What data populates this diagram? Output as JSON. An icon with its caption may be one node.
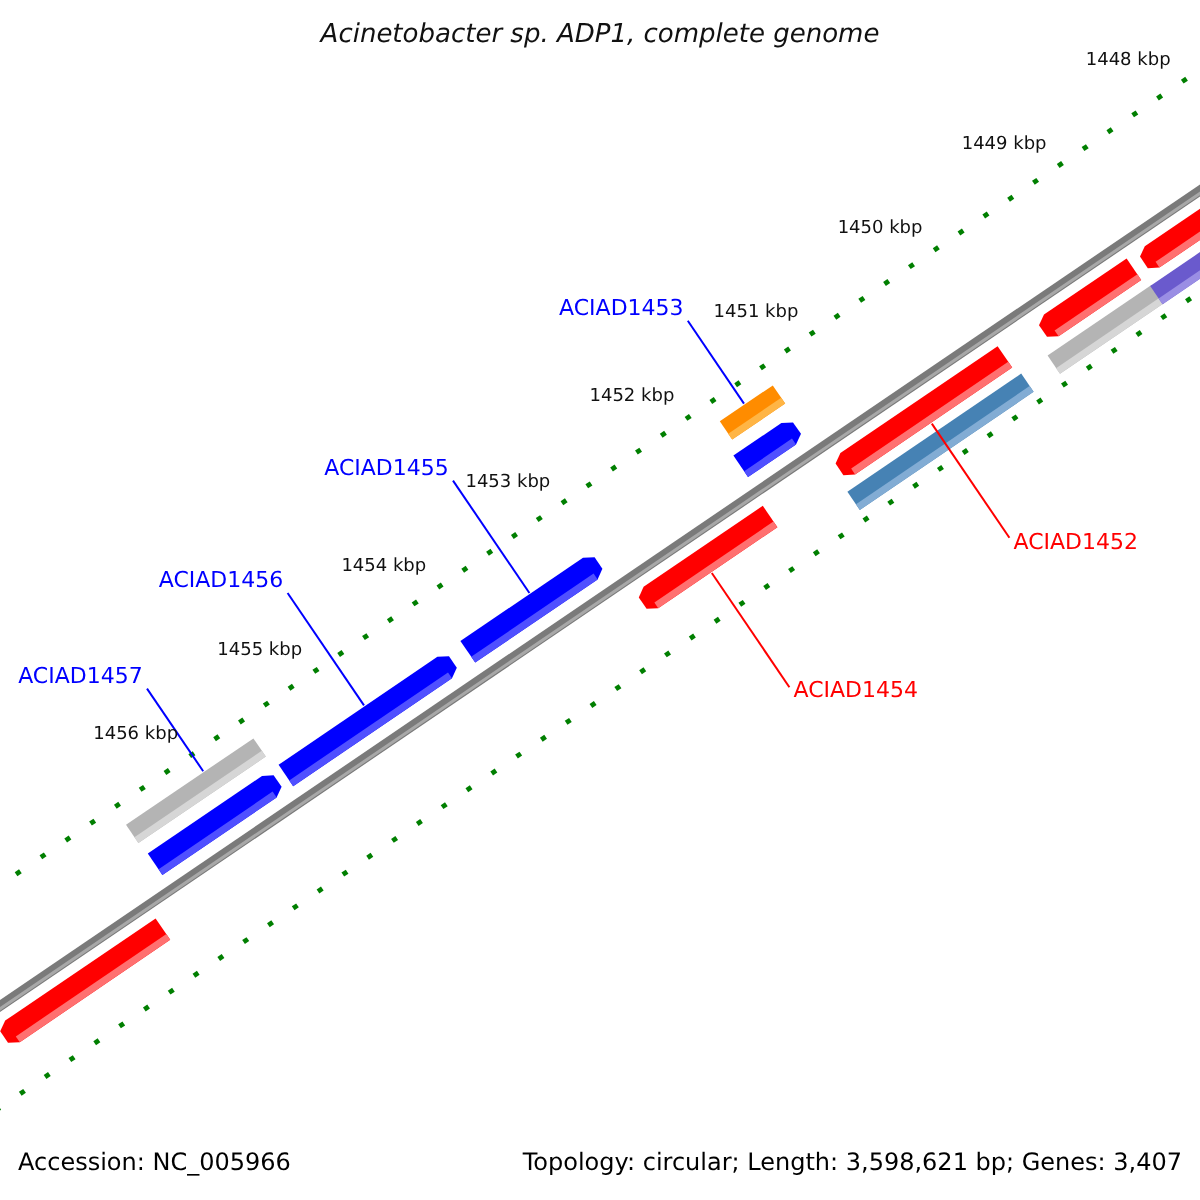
{
  "diagram": {
    "title": "Acinetobacter sp. ADP1, complete genome",
    "nodes": [
      {
        "text": [
          "ACIAD1453"
        ]
      },
      {
        "text": [
          "ACIAD1455"
        ]
      },
      {
        "text": [
          "ACIAD1452"
        ]
      },
      {
        "text": [
          "ACIAD1456"
        ]
      },
      {
        "text": [
          "ACIAD1457"
        ]
      },
      {
        "text": [
          "ACIAD1454"
        ]
      },
      {
        "text": [],
        "shape": "bar"
      },
      {
        "text": [],
        "shape": "bar"
      },
      {
        "text": [],
        "shape": "bar"
      },
      {
        "text": [],
        "shape": "bar"
      },
      {
        "text": [],
        "shape": "bar"
      },
      {
        "text": [],
        "shape": "bar"
      },
      {
        "text": [],
        "shape": "bar"
      },
      {
        "text": [],
        "shape": "bar"
      },
      {
        "text": [],
        "shape": "bar"
      },
      {
        "text": [],
        "shape": "bar"
      },
      {
        "text": [],
        "shape": "bar"
      },
      {
        "text": [],
        "shape": "bar"
      },
      {
        "text": [],
        "shape": "bar"
      },
      {
        "text": [],
        "shape": "bar"
      }
    ],
    "edges": [
      {
        "from": 0,
        "to": 12,
        "arrow": "none"
      },
      {
        "from": 1,
        "to": 10,
        "arrow": "none"
      },
      {
        "from": 2,
        "to": 14,
        "arrow": "none",
        "color": "#ff0000"
      },
      {
        "from": 3,
        "to": 9,
        "arrow": "none"
      },
      {
        "from": 4,
        "to": 7,
        "arrow": "none"
      },
      {
        "from": 5,
        "to": 11,
        "arrow": "none",
        "color": "#ff0000"
      }
    ],
    "labels": [
      "1448 kbp",
      "1449 kbp",
      "1450 kbp",
      "1451 kbp",
      "1452 kbp",
      "1453 kbp",
      "1454 kbp",
      "1455 kbp",
      "1456 kbp",
      "Accession: NC_005966",
      "Topology: circular; Length: 3,598,621 bp; Genes: 3,407"
    ]
  }
}
